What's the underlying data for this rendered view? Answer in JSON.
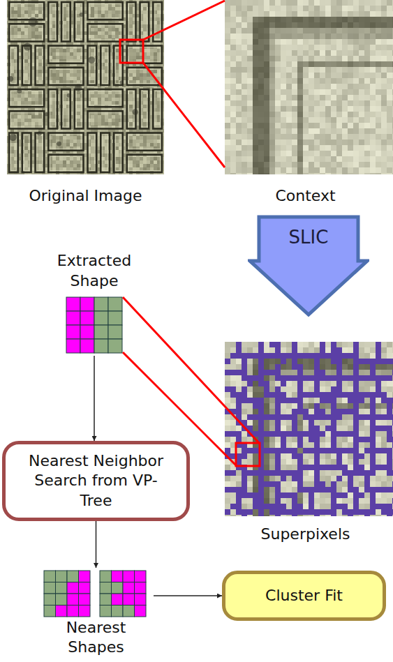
{
  "diagram": {
    "nodes": [
      {
        "text": [
          "Original Image"
        ]
      },
      {
        "text": [
          "Context"
        ]
      },
      {
        "text": [
          "SLIC"
        ]
      },
      {
        "text": [
          "Superpixels"
        ]
      },
      {
        "text": [
          "Extracted Shape"
        ]
      },
      {
        "text": [
          "Nearest Neighbor Search from VP-Tree"
        ]
      },
      {
        "text": [
          "Nearest Shapes"
        ]
      },
      {
        "text": [
          "Cluster Fit"
        ]
      }
    ],
    "edges": [
      {
        "from": 4,
        "to": 5,
        "arrow": "to"
      },
      {
        "from": 5,
        "to": 6,
        "arrow": "to"
      },
      {
        "from": 6,
        "to": 7,
        "arrow": "to"
      }
    ]
  }
}
